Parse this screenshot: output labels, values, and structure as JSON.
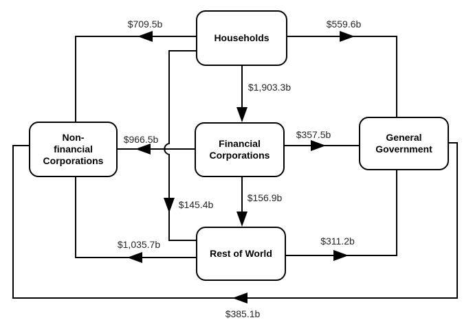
{
  "diagram": {
    "nodes": {
      "households": {
        "lines": [
          "Households"
        ]
      },
      "nonfinancial": {
        "lines": [
          "Non-",
          "financial",
          "Corporations"
        ]
      },
      "financial": {
        "lines": [
          "Financial",
          "Corporations"
        ]
      },
      "government": {
        "lines": [
          "General",
          "Government"
        ]
      },
      "restofworld": {
        "lines": [
          "Rest of World"
        ]
      }
    },
    "flows": [
      {
        "id": "households-to-nonfinancial",
        "from": "Households",
        "to": "Non-financial Corporations",
        "value": "$709.5b"
      },
      {
        "id": "households-to-government",
        "from": "Households",
        "to": "General Government",
        "value": "$559.6b"
      },
      {
        "id": "households-to-financial",
        "from": "Households",
        "to": "Financial Corporations",
        "value": "$1,903.3b"
      },
      {
        "id": "financial-to-nonfinancial",
        "from": "Financial Corporations",
        "to": "Non-financial Corporations",
        "value": "$966.5b"
      },
      {
        "id": "financial-to-government",
        "from": "Financial Corporations",
        "to": "General Government",
        "value": "$357.5b"
      },
      {
        "id": "households-to-restofworld",
        "from": "Households",
        "to": "Rest of World",
        "value": "$145.4b"
      },
      {
        "id": "financial-to-restofworld",
        "from": "Financial Corporations",
        "to": "Rest of World",
        "value": "$156.9b"
      },
      {
        "id": "restofworld-to-nonfinancial",
        "from": "Rest of World",
        "to": "Non-financial Corporations",
        "value": "$1,035.7b"
      },
      {
        "id": "restofworld-to-government",
        "from": "Rest of World",
        "to": "General Government",
        "value": "$311.2b"
      },
      {
        "id": "government-to-nonfinancial",
        "from": "General Government",
        "to": "Non-financial Corporations",
        "value": "$385.1b"
      }
    ],
    "colors": {
      "line": "#000000",
      "node_border": "#000000",
      "node_text": "#000000",
      "flow_label_text": "#262626",
      "background": "#ffffff"
    }
  }
}
